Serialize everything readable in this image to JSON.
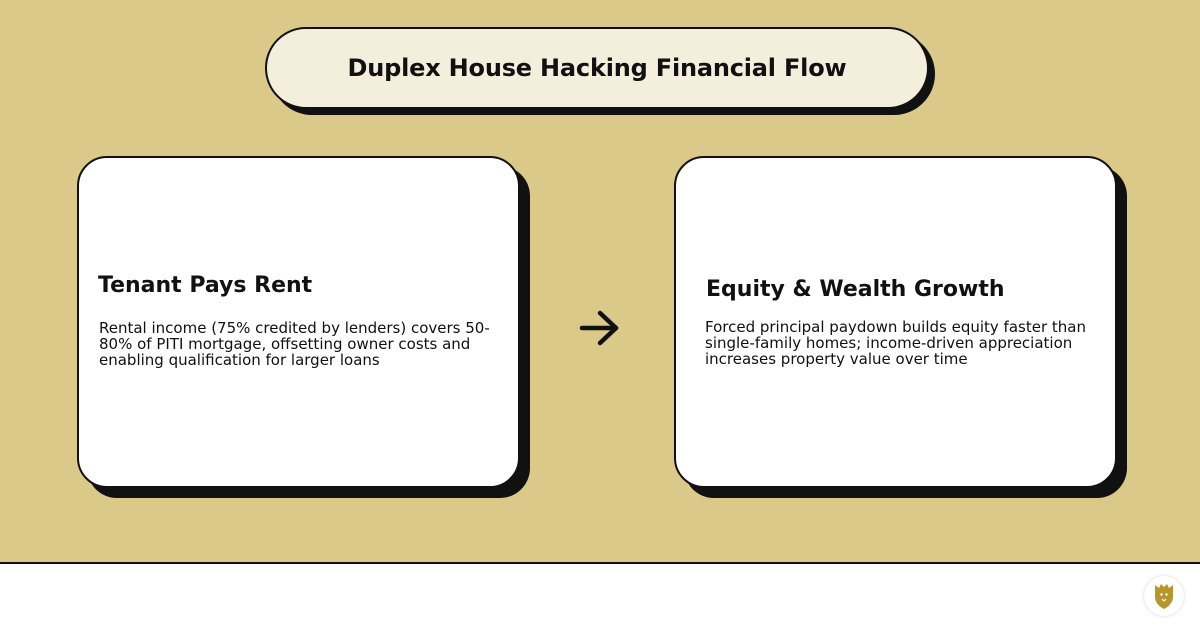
{
  "title": "Duplex House Hacking Financial Flow",
  "cards": [
    {
      "heading": "Tenant Pays Rent",
      "body": "Rental income (75% credited by lenders) covers 50-80% of PITI mortgage, offsetting owner costs and enabling qualification for larger loans"
    },
    {
      "heading": "Equity & Wealth Growth",
      "body": "Forced principal paydown builds equity faster than single-family homes; income-driven appreciation increases property value over time"
    }
  ],
  "connector_icon": "right-arrow-icon",
  "badge_icon": "lion-shield-icon",
  "colors": {
    "background": "#dbc98a",
    "title_pill": "#f4efdc",
    "card": "#ffffff",
    "outline": "#111111",
    "badge_gold": "#b8962e"
  }
}
